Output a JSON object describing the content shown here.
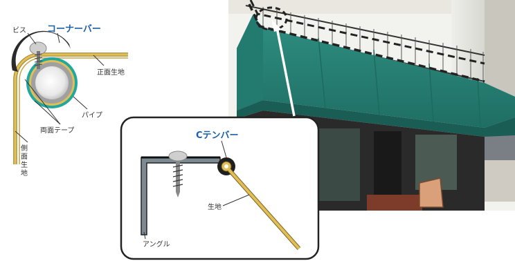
{
  "left_diagram": {
    "screw_label": "ビス",
    "corner_bar_label": "コーナーバー",
    "front_fabric_label": "正面生地",
    "pipe_label": "パイプ",
    "double_tape_label": "両面テープ",
    "side_fabric_label": [
      "側",
      "面",
      "生",
      "地"
    ]
  },
  "inset_diagram": {
    "c_tenbar_label": "Cテンバー",
    "fabric_label": "生地",
    "angle_label": "アングル"
  },
  "colors": {
    "accent_blue": "#1b5fa8",
    "corner_bar": "#2b2b2b",
    "fabric": "#e0bf57",
    "pipe_teal": "#1fa7a0",
    "awning_green": "#2c8c80"
  }
}
